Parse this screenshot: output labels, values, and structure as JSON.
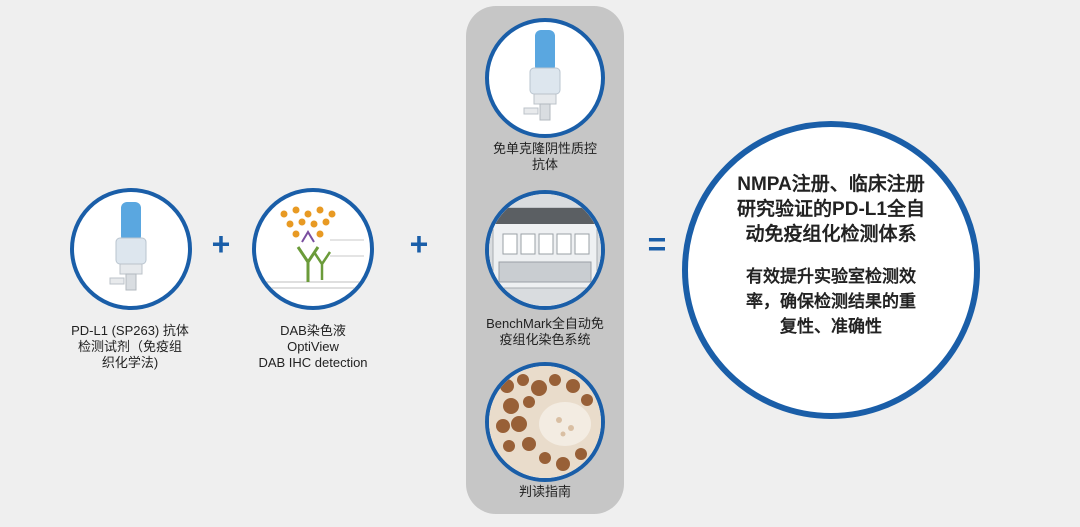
{
  "items": {
    "antibody": {
      "label_lines": [
        "PD-L1 (SP263) 抗体",
        "检测试剂（免疫组",
        "织化学法)"
      ]
    },
    "dab": {
      "label_lines": [
        "DAB染色液",
        "OptiView",
        "DAB IHC detection"
      ]
    },
    "control": {
      "label_lines": [
        "免单克隆阴性质控",
        "抗体"
      ]
    },
    "benchmark": {
      "label_lines": [
        "BenchMark全自动免",
        "疫组化染色系统"
      ]
    },
    "guide": {
      "label_lines": [
        "判读指南"
      ]
    }
  },
  "operators": {
    "plus1": "+",
    "plus2": "+",
    "equals": "="
  },
  "result": {
    "line1": [
      "NMPA注册、临床注册",
      "研究验证的PD-L1全自",
      "动免疫组化检测体系"
    ],
    "line2": [
      "有效提升实验室检测效",
      "率，确保检测结果的重",
      "复性、准确性"
    ]
  },
  "colors": {
    "accent": "#1a5ea8",
    "panel": "#c6c6c6",
    "background": "#efefef"
  }
}
